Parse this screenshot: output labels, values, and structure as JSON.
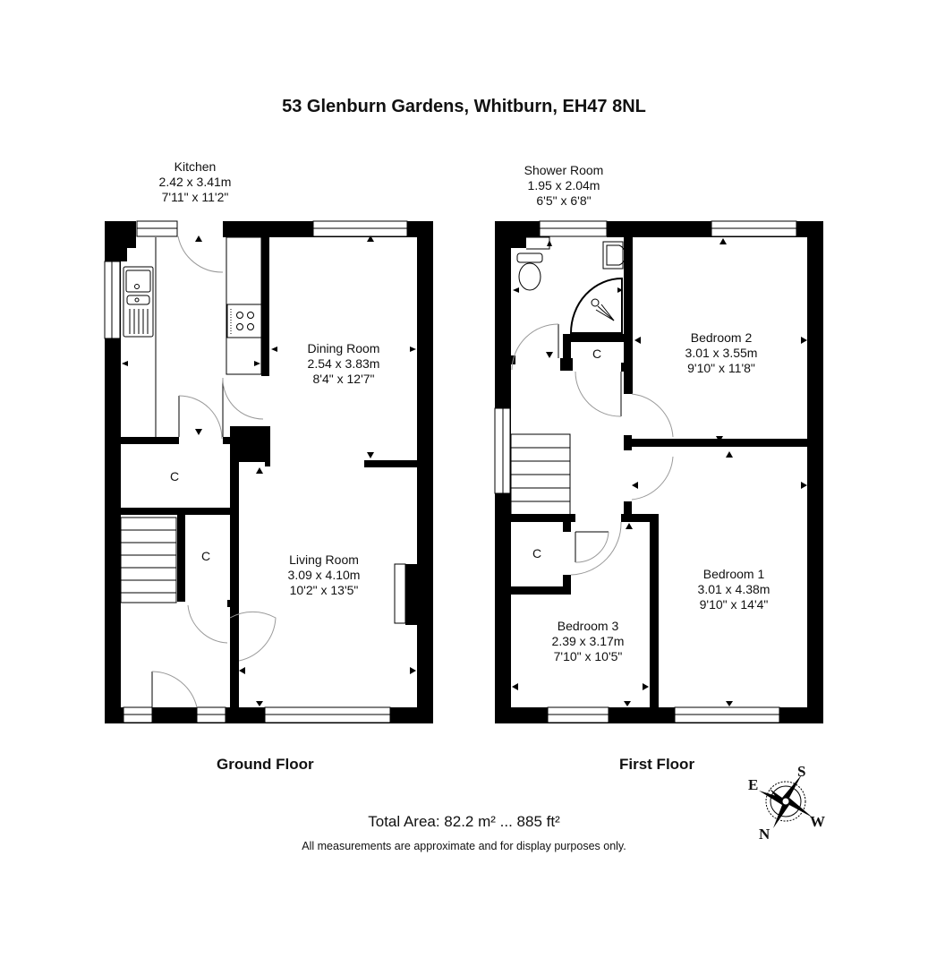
{
  "title": "53 Glenburn Gardens, Whitburn, EH47 8NL",
  "floors": [
    {
      "label": "Ground Floor",
      "rooms": [
        {
          "name": "Kitchen",
          "metric": "2.42 x 3.41m",
          "imperial": "7'11\" x 11'2\""
        },
        {
          "name": "Dining Room",
          "metric": "2.54 x 3.83m",
          "imperial": "8'4\" x 12'7\""
        },
        {
          "name": "Living Room",
          "metric": "3.09 x 4.10m",
          "imperial": "10'2\" x 13'5\""
        }
      ],
      "cupboards": [
        "C",
        "C"
      ]
    },
    {
      "label": "First Floor",
      "rooms": [
        {
          "name": "Shower Room",
          "metric": "1.95 x 2.04m",
          "imperial": "6'5\" x 6'8\""
        },
        {
          "name": "Bedroom 2",
          "metric": "3.01 x 3.55m",
          "imperial": "9'10\" x 11'8\""
        },
        {
          "name": "Bedroom 1",
          "metric": "3.01 x 4.38m",
          "imperial": "9'10\" x 14'4\""
        },
        {
          "name": "Bedroom 3",
          "metric": "2.39 x 3.17m",
          "imperial": "7'10\" x 10'5\""
        }
      ],
      "cupboards": [
        "C",
        "C"
      ]
    }
  ],
  "total_area": "Total Area: 82.2 m² ... 885 ft²",
  "disclaimer": "All measurements are approximate and for display purposes only.",
  "compass": {
    "top": "S",
    "left": "E",
    "bottom": "N",
    "right": "W"
  },
  "colors": {
    "wall": "#000000",
    "background": "#ffffff",
    "door_arc": "#999999"
  }
}
